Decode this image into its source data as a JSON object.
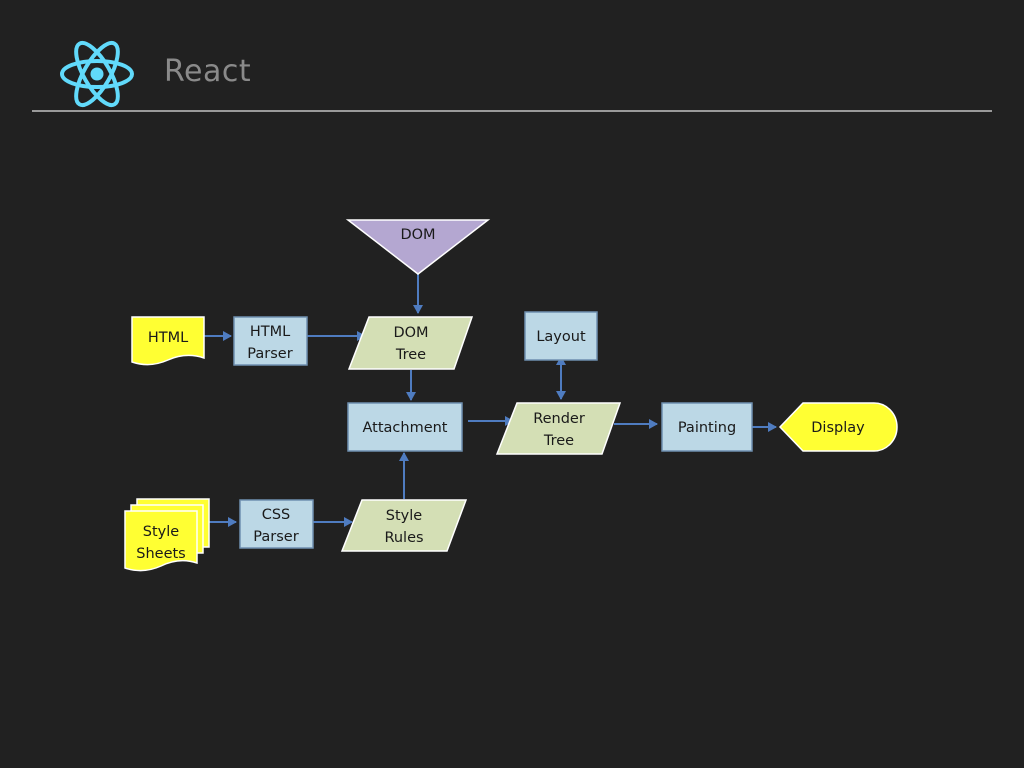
{
  "header": {
    "title": "React",
    "logo_icon": "react-atom-icon"
  },
  "diagram": {
    "nodes": {
      "dom": [
        "DOM"
      ],
      "html": [
        "HTML"
      ],
      "html_parser": [
        "HTML",
        "Parser"
      ],
      "dom_tree": [
        "DOM",
        "Tree"
      ],
      "layout": [
        "Layout"
      ],
      "attachment": [
        "Attachment"
      ],
      "render_tree": [
        "Render",
        "Tree"
      ],
      "painting": [
        "Painting"
      ],
      "display": [
        "Display"
      ],
      "style_sheets": [
        "Style",
        "Sheets"
      ],
      "css_parser": [
        "CSS",
        "Parser"
      ],
      "style_rules": [
        "Style",
        "Rules"
      ]
    }
  },
  "colors": {
    "background": "#212121",
    "process_fill": "#bcd8e6",
    "data_fill": "#d4dfb5",
    "document_fill": "#ffff33",
    "dom_fill": "#b4a7d1",
    "connector": "#4f7cc0",
    "header_text": "#8a8a8a",
    "logo": "#61dafb"
  }
}
